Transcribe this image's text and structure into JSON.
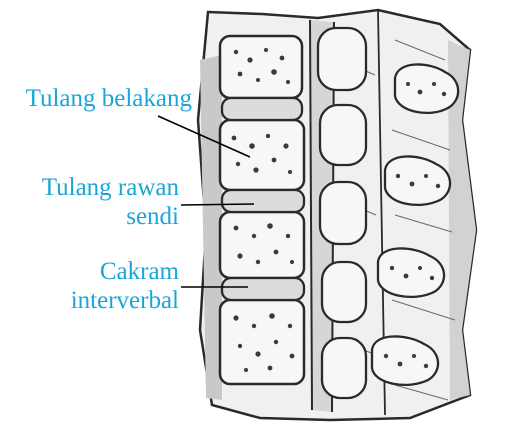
{
  "labels": {
    "vertebra": {
      "lines": [
        "Tulang belakang"
      ]
    },
    "cartilage": {
      "lines": [
        "Tulang rawan",
        "sendi"
      ]
    },
    "disc": {
      "lines": [
        "Cakram",
        "interverbal"
      ]
    }
  },
  "colors": {
    "label_text": "#1aa6d9",
    "outline": "#2a2a2a",
    "bone_fill": "#ececec",
    "body_fill": "#f7f7f7",
    "disc_fill": "#dcdcdc",
    "shadow_fill": "#bdbdbd"
  }
}
